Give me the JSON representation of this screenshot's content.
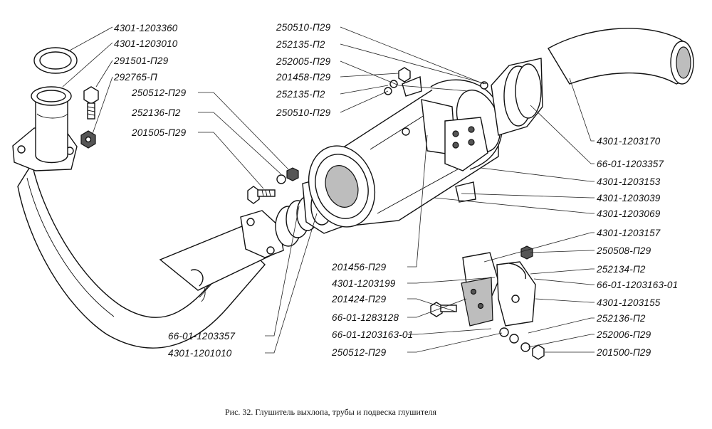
{
  "labels": {
    "l1": "4301-1203360",
    "l2": "4301-1203010",
    "l3": "291501-П29",
    "l4": "292765-П",
    "l5": "250512-П29",
    "l6": "252136-П2",
    "l7": "201505-П29",
    "l8": "250510-П29",
    "l9": "252135-П2",
    "l10": "252005-П29",
    "l11": "201458-П29",
    "l12": "252135-П2",
    "l13": "250510-П29",
    "l14": "4301-1203170",
    "l15": "66-01-1203357",
    "l16": "4301-1203153",
    "l17": "4301-1203039",
    "l18": "4301-1203069",
    "l19": "4301-1203157",
    "l20": "250508-П29",
    "l21": "252134-П2",
    "l22": "66-01-1203163-01",
    "l23": "4301-1203155",
    "l24": "252136-П2",
    "l25": "252006-П29",
    "l26": "201500-П29",
    "l27": "201456-П29",
    "l28": "4301-1203199",
    "l29": "201424-П29",
    "l30": "66-01-1283128",
    "l31": "66-01-1203163-01",
    "l32": "250512-П29",
    "l33": "66-01-1203357",
    "l34": "4301-1201010"
  },
  "caption": "Рис. 32. Глушитель выхлопа, трубы и подвеска глушителя"
}
